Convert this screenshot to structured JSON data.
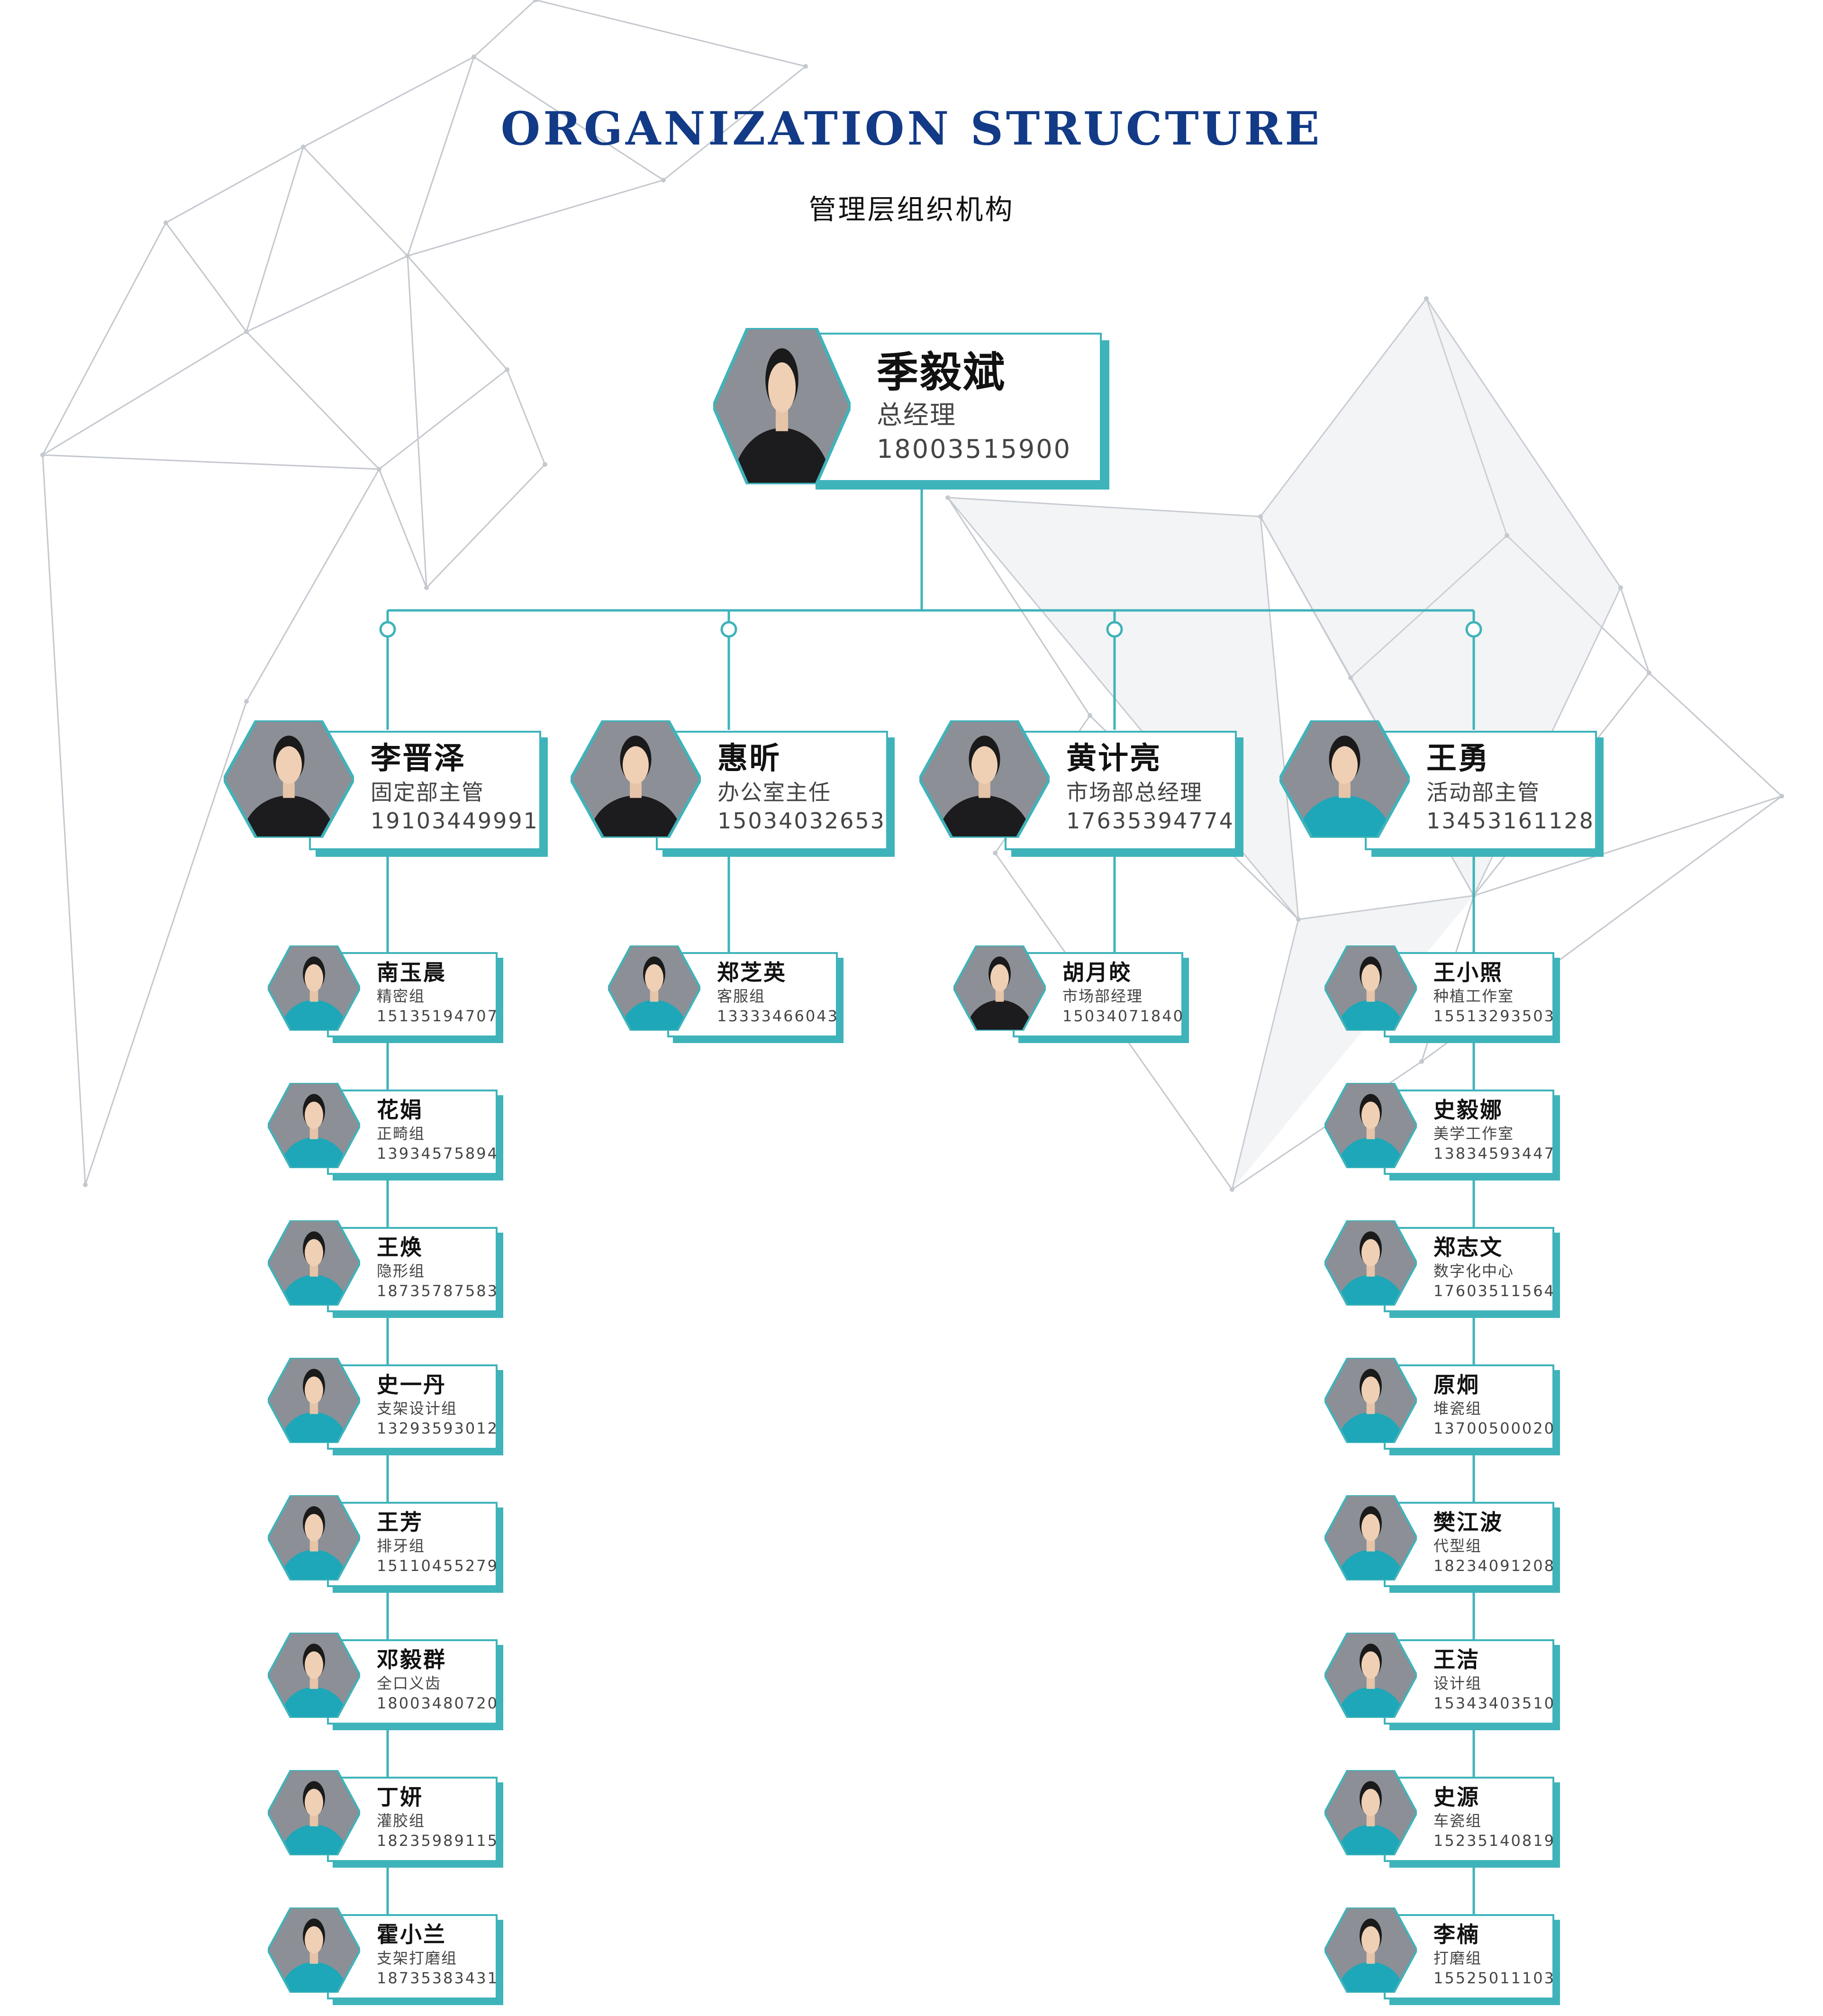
{
  "title": "ORGANIZATION STRUCTURE",
  "subtitle": "管理层组织机构",
  "colors": {
    "title": "#123a86",
    "accent": "#3fb3ba",
    "photo_bg": "#8c8f96",
    "uniform": "#1ea7b8",
    "suit": "#1c1c1e"
  },
  "icons": {
    "avatar": "person-silhouette",
    "junction": "circle-connector"
  },
  "head": {
    "name": "季毅斌",
    "role": "总经理",
    "phone": "18003515900",
    "attire": "suit"
  },
  "departments": [
    {
      "name": "李晋泽",
      "role": "固定部主管",
      "phone": "19103449991",
      "attire": "suit",
      "members": [
        {
          "name": "南玉晨",
          "role": "精密组",
          "phone": "15135194707"
        },
        {
          "name": "花娟",
          "role": "正畸组",
          "phone": "13934575894"
        },
        {
          "name": "王焕",
          "role": "隐形组",
          "phone": "18735787583"
        },
        {
          "name": "史一丹",
          "role": "支架设计组",
          "phone": "13293593012"
        },
        {
          "name": "王芳",
          "role": "排牙组",
          "phone": "15110455279"
        },
        {
          "name": "邓毅群",
          "role": "全口义齿",
          "phone": "18003480720"
        },
        {
          "name": "丁妍",
          "role": "灌胶组",
          "phone": "18235989115"
        },
        {
          "name": "霍小兰",
          "role": "支架打磨组",
          "phone": "18735383431"
        }
      ]
    },
    {
      "name": "惠昕",
      "role": "办公室主任",
      "phone": "15034032653",
      "attire": "suit",
      "members": [
        {
          "name": "郑芝英",
          "role": "客服组",
          "phone": "13333466043"
        }
      ]
    },
    {
      "name": "黄计亮",
      "role": "市场部总经理",
      "phone": "17635394774",
      "attire": "suit",
      "members": [
        {
          "name": "胡月皎",
          "role": "市场部经理",
          "phone": "15034071840",
          "attire": "suit"
        }
      ]
    },
    {
      "name": "王勇",
      "role": "活动部主管",
      "phone": "13453161128",
      "attire": "uniform",
      "members": [
        {
          "name": "王小照",
          "role": "种植工作室",
          "phone": "15513293503"
        },
        {
          "name": "史毅娜",
          "role": "美学工作室",
          "phone": "13834593447"
        },
        {
          "name": "郑志文",
          "role": "数字化中心",
          "phone": "17603511564"
        },
        {
          "name": "原炯",
          "role": "堆瓷组",
          "phone": "13700500020"
        },
        {
          "name": "樊江波",
          "role": "代型组",
          "phone": "18234091208"
        },
        {
          "name": "王洁",
          "role": "设计组",
          "phone": "15343403510"
        },
        {
          "name": "史源",
          "role": "车瓷组",
          "phone": "15235140819"
        },
        {
          "name": "李楠",
          "role": "打磨组",
          "phone": "15525011103"
        }
      ]
    }
  ]
}
